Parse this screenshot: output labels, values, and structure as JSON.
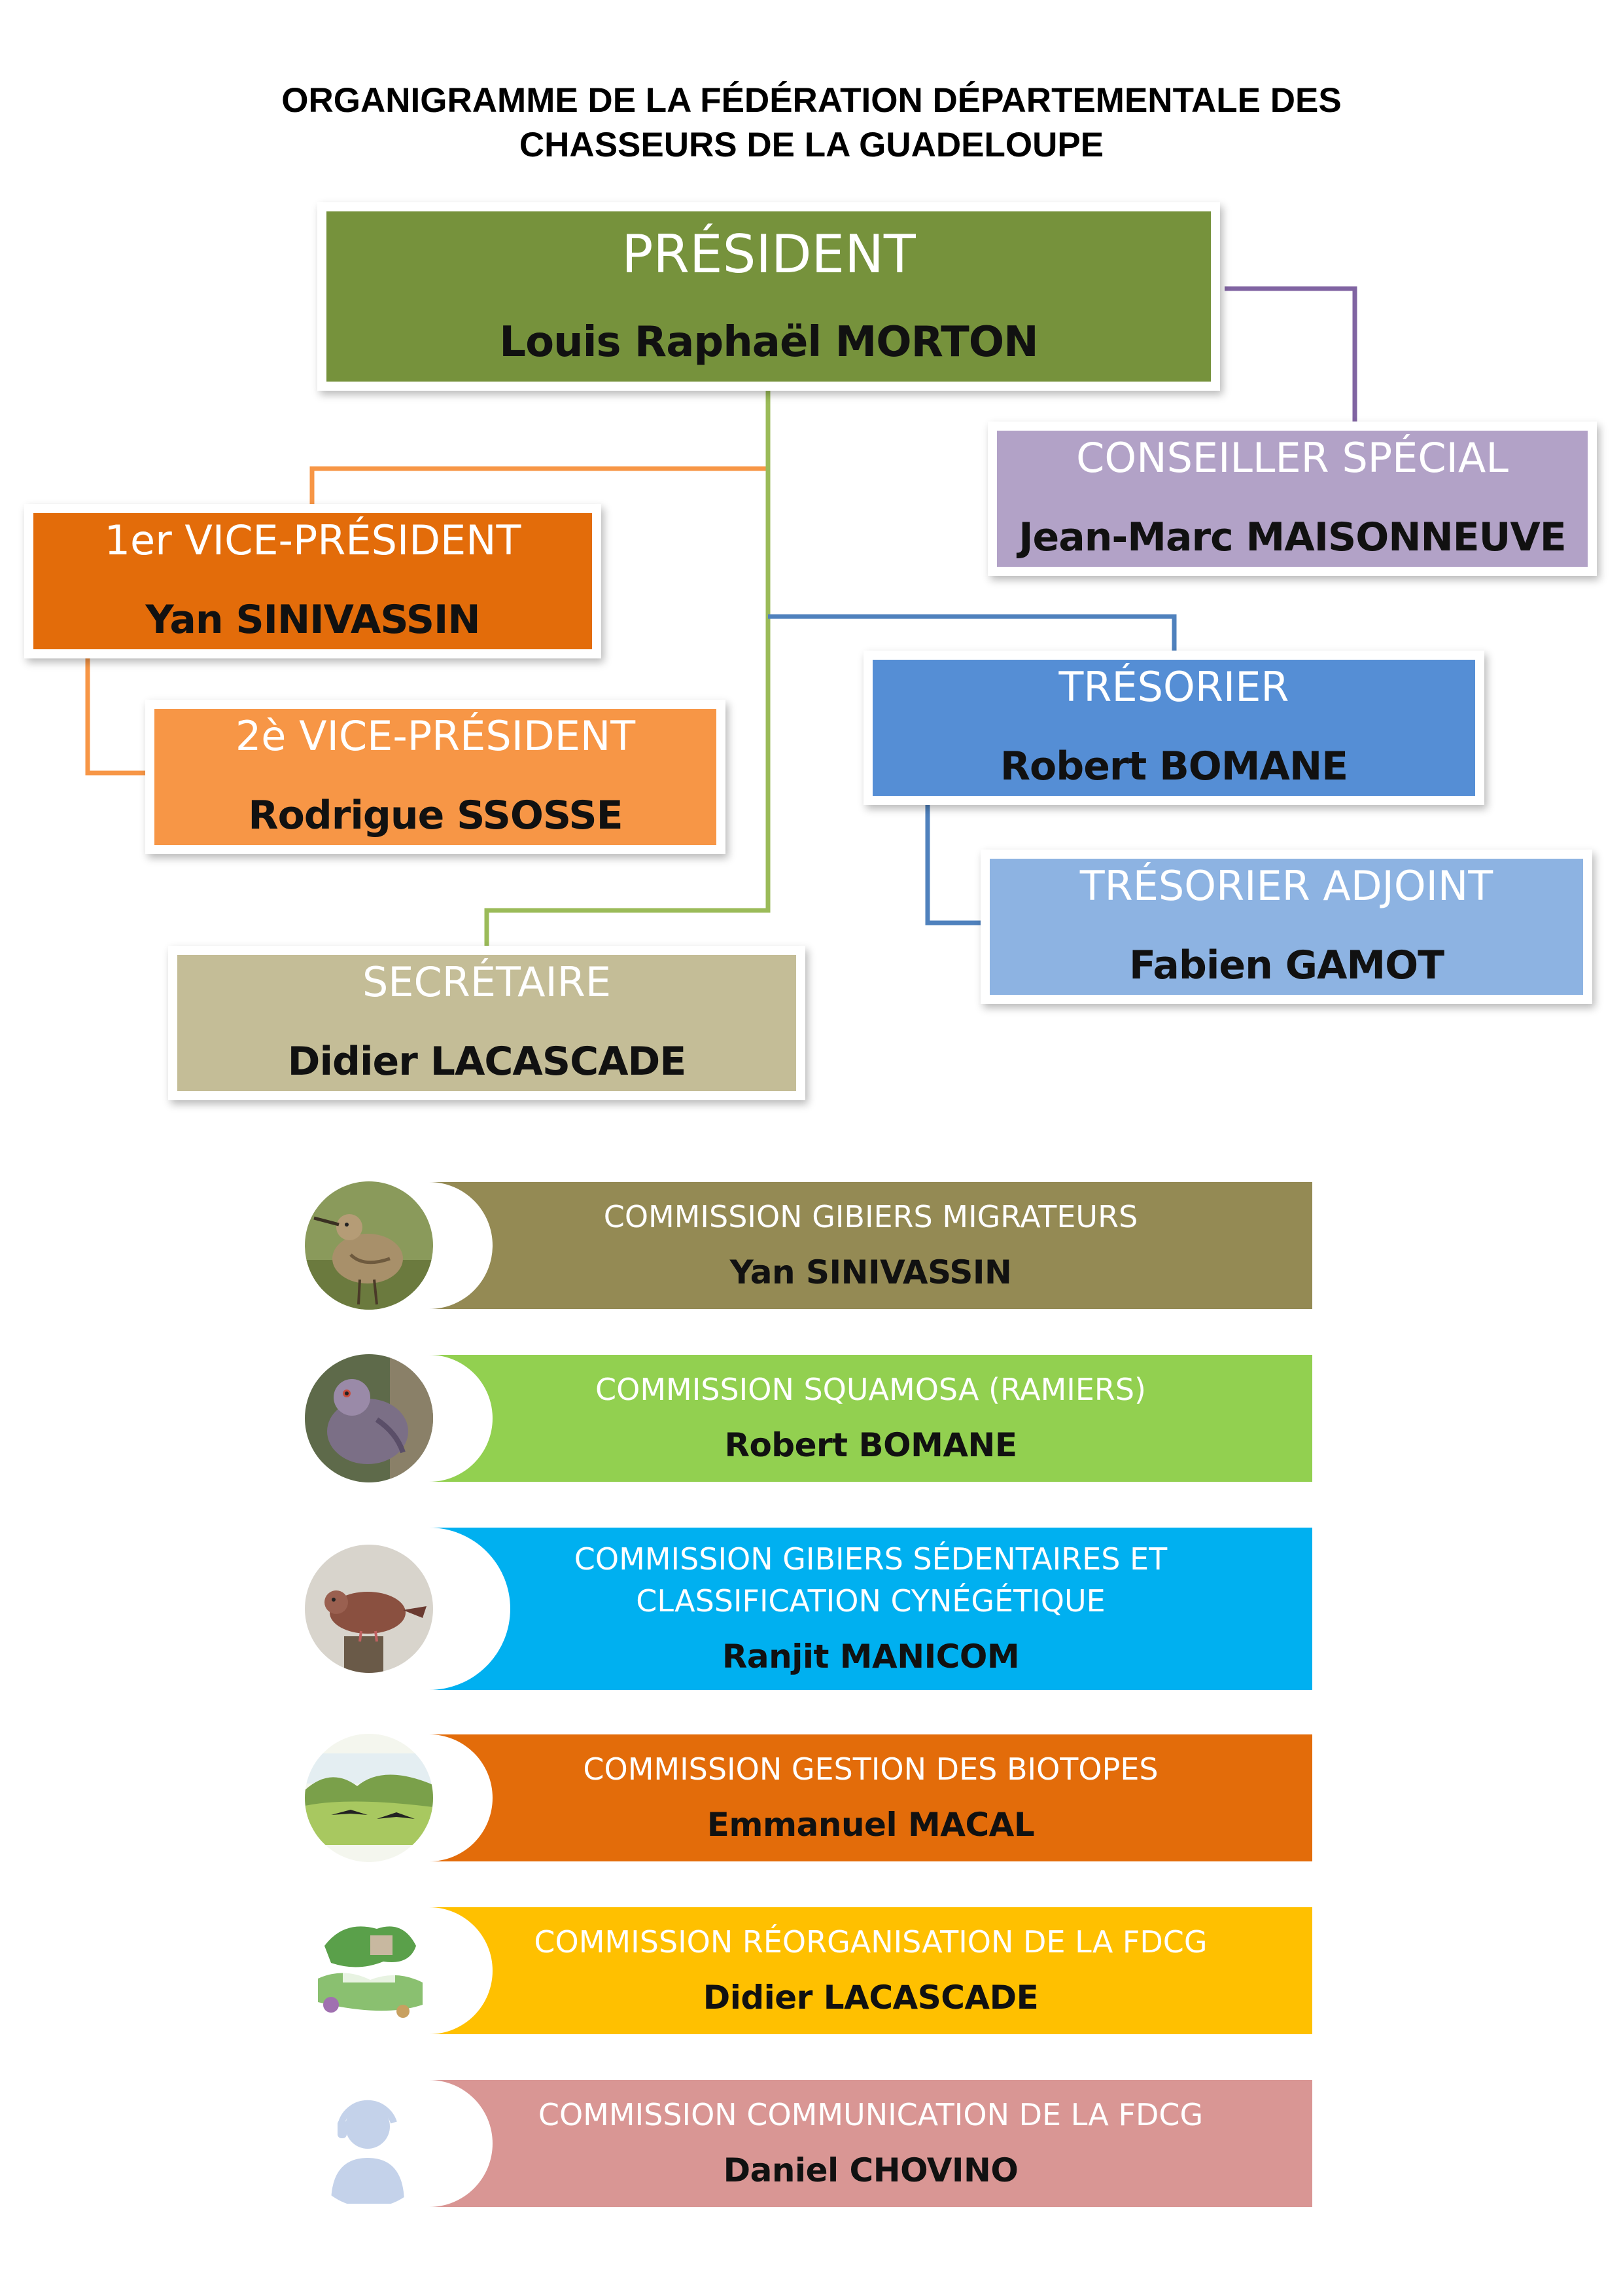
{
  "header": {
    "title_line1": "ORGANIGRAMME DE LA FÉDÉRATION DÉPARTEMENTALE DES",
    "title_line2": "CHASSEURS DE LA GUADELOUPE"
  },
  "roles": {
    "president": {
      "title": "PRÉSIDENT",
      "person": "Louis Raphaël MORTON",
      "color": "#76923c"
    },
    "special_advisor": {
      "title": "CONSEILLER SPÉCIAL",
      "person": "Jean-Marc MAISONNEUVE",
      "color": "#b2a2c7"
    },
    "vice_president_1": {
      "title": "1er VICE-PRÉSIDENT",
      "person": "Yan SINIVASSIN",
      "color": "#e36c0a"
    },
    "vice_president_2": {
      "title": "2è VICE-PRÉSIDENT",
      "person": "Rodrigue SSOSSE",
      "color": "#f79646"
    },
    "treasurer": {
      "title": "TRÉSORIER",
      "person": "Robert BOMANE",
      "color": "#558ed5"
    },
    "assistant_treasurer": {
      "title": "TRÉSORIER ADJOINT",
      "person": "Fabien GAMOT",
      "color": "#8db3e2"
    },
    "secretary": {
      "title": "SECRÉTAIRE",
      "person": "Didier LACASCADE",
      "color": "#c4bd97"
    }
  },
  "commissions": [
    {
      "title_lines": [
        "COMMISSION GIBIERS MIGRATEURS"
      ],
      "person": "Yan SINIVASSIN",
      "color": "#948a54",
      "icon": "shorebird-photo-icon"
    },
    {
      "title_lines": [
        "COMMISSION SQUAMOSA (RAMIERS)"
      ],
      "person": "Robert BOMANE",
      "color": "#92d050",
      "icon": "pigeon-photo-icon"
    },
    {
      "title_lines": [
        "COMMISSION GIBIERS SÉDENTAIRES ET",
        "CLASSIFICATION CYNÉGÉTIQUE"
      ],
      "person": "Ranjit MANICOM",
      "color": "#00b0f0",
      "icon": "dove-photo-icon"
    },
    {
      "title_lines": [
        "COMMISSION GESTION DES BIOTOPES"
      ],
      "person": "Emmanuel MACAL",
      "color": "#e36c0a",
      "icon": "landscape-illustration-icon"
    },
    {
      "title_lines": [
        "COMMISSION RÉORGANISATION DE LA FDCG"
      ],
      "person": "Didier LACASCADE",
      "color": "#ffc000",
      "icon": "federation-logo-icon"
    },
    {
      "title_lines": [
        "COMMISSION COMMUNICATION DE LA FDCG"
      ],
      "person": "Daniel CHOVINO",
      "color": "#d99694",
      "icon": "headset-person-icon"
    }
  ],
  "connector_colors": {
    "president_advisor": "#8064a2",
    "president_vp": "#f79646",
    "president_secretary": "#9bbb59",
    "president_treasurer": "#4f81bd",
    "vp1_vp2": "#f79646",
    "treasurer_assistant": "#4f81bd"
  }
}
